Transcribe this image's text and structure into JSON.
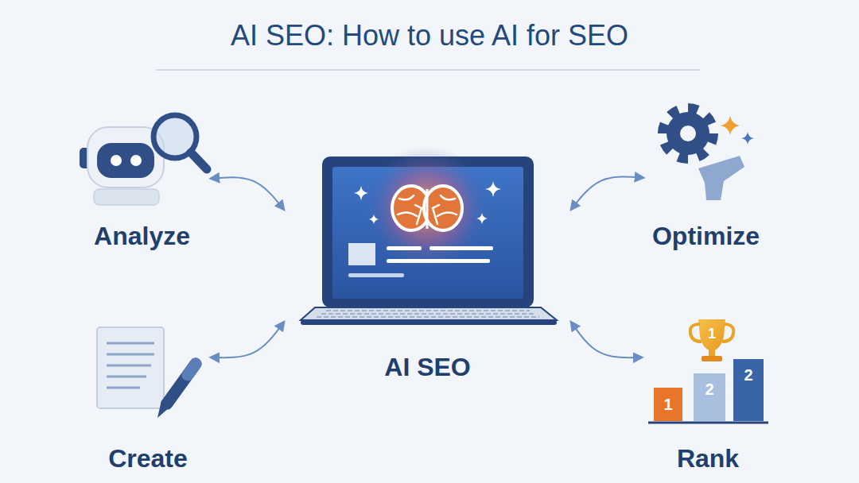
{
  "diagram": {
    "title": "AI SEO: How to use AI for SEO",
    "nodes": [
      {
        "text": [
          "Analyze"
        ]
      },
      {
        "text": [
          "Optimize"
        ]
      },
      {
        "text": [
          "AI SEO"
        ]
      },
      {
        "text": [
          "Create"
        ]
      },
      {
        "text": [
          "Rank"
        ]
      }
    ],
    "edges": [
      {
        "from": 0,
        "to": 2,
        "arrow": "both"
      },
      {
        "from": 1,
        "to": 2,
        "arrow": "both"
      },
      {
        "from": 3,
        "to": 2,
        "arrow": "both"
      },
      {
        "from": 4,
        "to": 2,
        "arrow": "both"
      }
    ],
    "labels": [
      "1",
      "1",
      "2",
      "2"
    ]
  }
}
